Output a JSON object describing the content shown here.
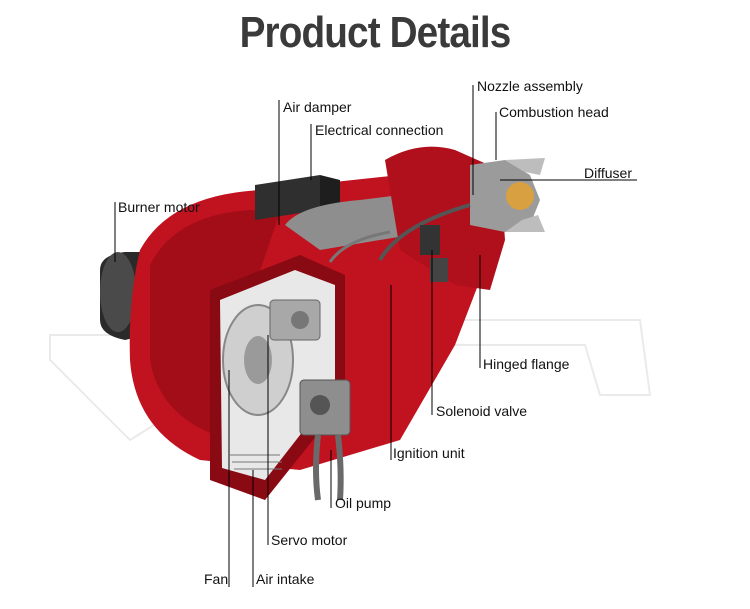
{
  "title": "Product Details",
  "labels": {
    "nozzle_assembly": "Nozzle assembly",
    "air_damper": "Air damper",
    "combustion_head": "Combustion head",
    "electrical_connection": "Electrical connection",
    "diffuser": "Diffuser",
    "burner_motor": "Burner motor",
    "hinged_flange": "Hinged flange",
    "solenoid_valve": "Solenoid valve",
    "ignition_unit": "Ignition unit",
    "oil_pump": "Oil pump",
    "servo_motor": "Servo motor",
    "fan": "Fan",
    "air_intake": "Air intake"
  },
  "colors": {
    "burner_red": "#c1121f",
    "dark_red": "#7a0a12",
    "metal_grey": "#9a9a9a",
    "dark_grey": "#3a3a3a",
    "title": "#3a3a3a"
  }
}
